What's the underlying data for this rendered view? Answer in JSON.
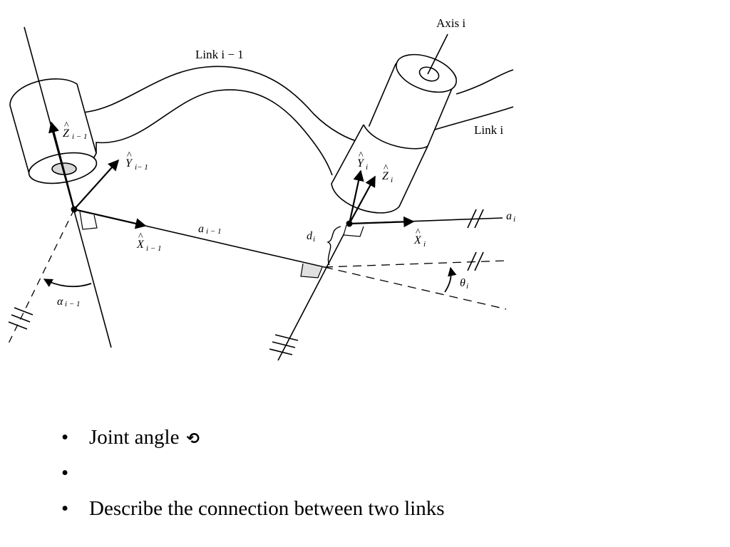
{
  "figure": {
    "axis_i_label": "Axis i",
    "link_prev_label": "Link i − 1",
    "link_curr_label": "Link i",
    "z_prev": {
      "symbol": "Z",
      "subscript": "i − 1"
    },
    "y_prev": {
      "symbol": "Y",
      "subscript": "i− 1"
    },
    "x_prev": {
      "symbol": "X",
      "subscript": "i − 1"
    },
    "y_curr": {
      "symbol": "Y",
      "subscript": "i"
    },
    "z_curr": {
      "symbol": "Z",
      "subscript": "i"
    },
    "x_curr": {
      "symbol": "X",
      "subscript": "i"
    },
    "a_prev": {
      "symbol": "a",
      "subscript": "i − 1"
    },
    "a_curr": {
      "symbol": "a",
      "subscript": "i"
    },
    "d_curr": {
      "symbol": "d",
      "subscript": "i"
    },
    "alpha_prev": {
      "symbol": "α",
      "subscript": "i − 1"
    },
    "theta_curr": {
      "symbol": "θ",
      "subscript": "i"
    },
    "hat": "^"
  },
  "bullets": [
    {
      "text": "Joint angle",
      "icon": "refresh-icon",
      "glyph": "⟲"
    },
    {
      "text": ""
    },
    {
      "text": "Describe the connection between two links"
    }
  ],
  "bullet_char": "•"
}
